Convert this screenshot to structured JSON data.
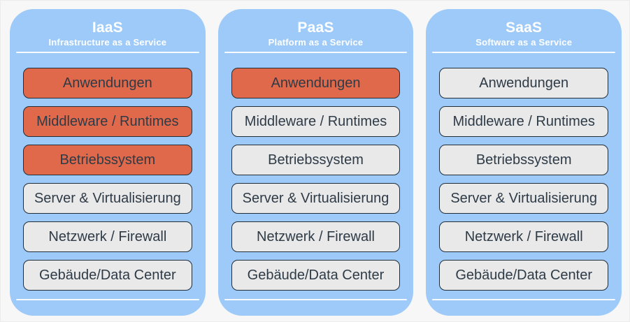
{
  "colors": {
    "page_bg": "#f7f7f7",
    "column_bg": "#9dcaf8",
    "managed": "#e0694b",
    "unmanaged": "#e9e9e9",
    "box_border": "#212e38",
    "box_text": "#2e3b47",
    "title_text": "#ffffff",
    "divider": "#ffffff"
  },
  "columns": [
    {
      "id": "iaas",
      "title": "IaaS",
      "subtitle": "Infrastructure as a Service",
      "layers": [
        {
          "label": "Anwendungen",
          "managed": true
        },
        {
          "label": "Middleware / Runtimes",
          "managed": true
        },
        {
          "label": "Betriebssystem",
          "managed": true
        },
        {
          "label": "Server & Virtualisierung",
          "managed": false
        },
        {
          "label": "Netzwerk / Firewall",
          "managed": false
        },
        {
          "label": "Gebäude/Data Center",
          "managed": false
        }
      ]
    },
    {
      "id": "paas",
      "title": "PaaS",
      "subtitle": "Platform as a Service",
      "layers": [
        {
          "label": "Anwendungen",
          "managed": true
        },
        {
          "label": "Middleware / Runtimes",
          "managed": false
        },
        {
          "label": "Betriebssystem",
          "managed": false
        },
        {
          "label": "Server & Virtualisierung",
          "managed": false
        },
        {
          "label": "Netzwerk / Firewall",
          "managed": false
        },
        {
          "label": "Gebäude/Data Center",
          "managed": false
        }
      ]
    },
    {
      "id": "saas",
      "title": "SaaS",
      "subtitle": "Software as a Service",
      "layers": [
        {
          "label": "Anwendungen",
          "managed": false
        },
        {
          "label": "Middleware / Runtimes",
          "managed": false
        },
        {
          "label": "Betriebssystem",
          "managed": false
        },
        {
          "label": "Server & Virtualisierung",
          "managed": false
        },
        {
          "label": "Netzwerk / Firewall",
          "managed": false
        },
        {
          "label": "Gebäude/Data Center",
          "managed": false
        }
      ]
    }
  ]
}
